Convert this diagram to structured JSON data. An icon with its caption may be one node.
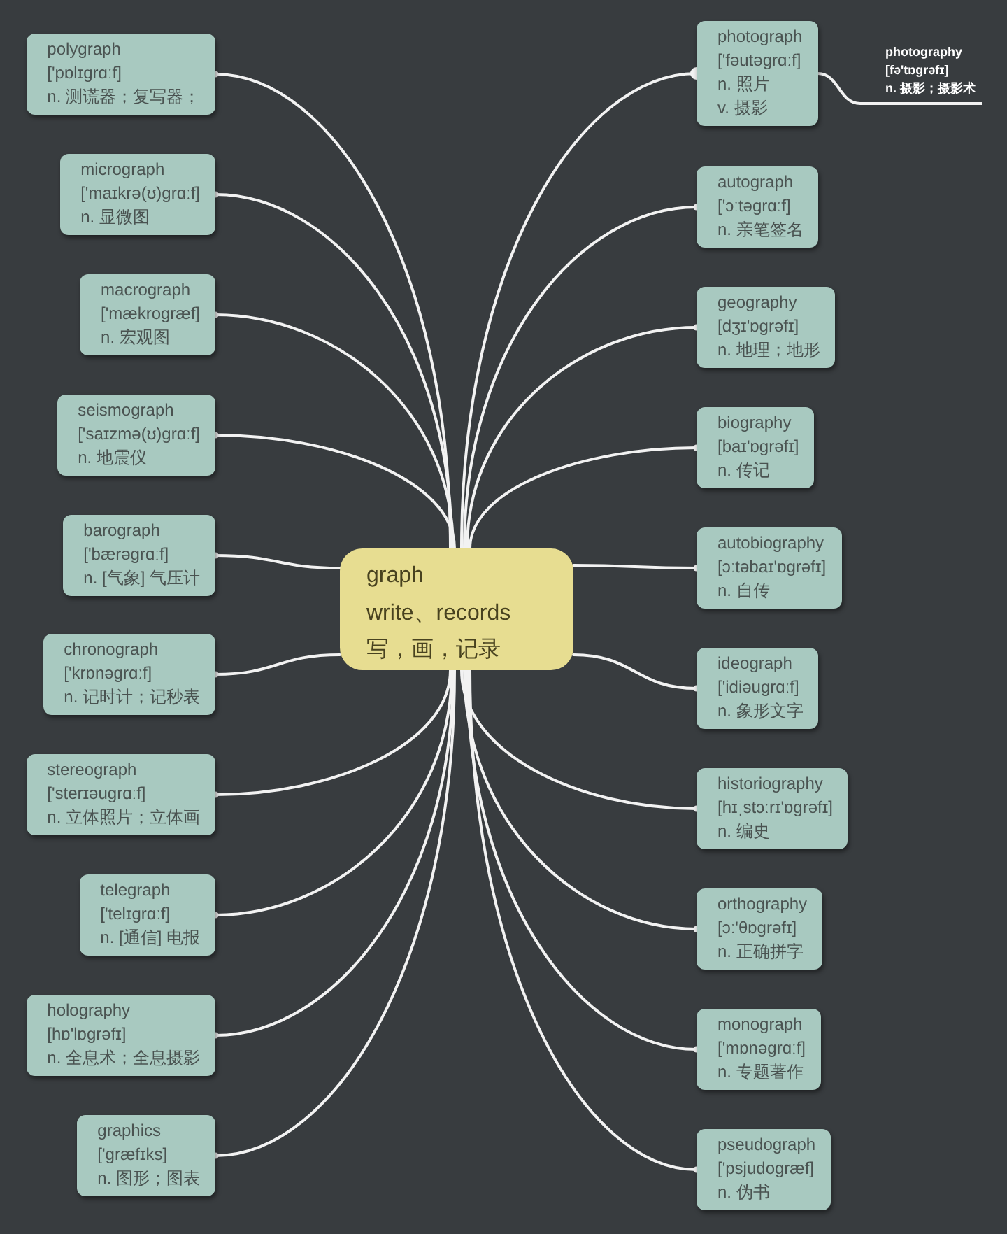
{
  "diagram": {
    "nodes": [
      {
        "text": [
          "graph",
          "write、records",
          "写，画，记录"
        ]
      },
      {
        "text": [
          "polygraph",
          "['pɒlɪgrɑːf]",
          "n. 测谎器；复写器；"
        ]
      },
      {
        "text": [
          "micrograph",
          "['maɪkrə(ʊ)grɑːf]",
          "n. 显微图"
        ]
      },
      {
        "text": [
          "macrograph",
          "['mækrogræf]",
          "n. 宏观图"
        ]
      },
      {
        "text": [
          "seismograph",
          "['saɪzmə(ʊ)grɑːf]",
          "n. 地震仪"
        ]
      },
      {
        "text": [
          "barograph",
          "['bærəgrɑːf]",
          "n. [气象] 气压计"
        ]
      },
      {
        "text": [
          "chronograph",
          "['krɒnəgrɑːf]",
          "n. 记时计；记秒表"
        ]
      },
      {
        "text": [
          "stereograph",
          "['sterɪəugrɑːf]",
          "n. 立体照片；立体画"
        ]
      },
      {
        "text": [
          "telegraph",
          "['telɪgrɑːf]",
          "n. [通信] 电报"
        ]
      },
      {
        "text": [
          "holography",
          "[hɒ'lɒgrəfɪ]",
          "n. 全息术；全息摄影"
        ]
      },
      {
        "text": [
          "graphics",
          "['græfɪks]",
          "n. 图形；图表"
        ]
      },
      {
        "text": [
          "photograph",
          "['fəutəgrɑːf]",
          "n. 照片",
          "v. 摄影"
        ]
      },
      {
        "text": [
          "photography",
          "[fə'tɒgrəfɪ]",
          "n. 摄影；摄影术"
        ]
      },
      {
        "text": [
          "autograph",
          "['ɔːtəgrɑːf]",
          "n. 亲笔签名"
        ]
      },
      {
        "text": [
          "geography",
          "[dʒɪ'ɒgrəfɪ]",
          "n. 地理；地形"
        ]
      },
      {
        "text": [
          "biography",
          "[baɪ'ɒgrəfɪ]",
          "n. 传记"
        ]
      },
      {
        "text": [
          "autobiography",
          "[ɔːtəbaɪ'ɒgrəfɪ]",
          "n. 自传"
        ]
      },
      {
        "text": [
          "ideograph",
          "['idiəugrɑːf]",
          "n. 象形文字"
        ]
      },
      {
        "text": [
          "historiography",
          "[hɪˌstɔːrɪ'ɒgrəfɪ]",
          "n. 编史"
        ]
      },
      {
        "text": [
          "orthography",
          "[ɔː'θɒgrəfɪ]",
          "n. 正确拼字"
        ]
      },
      {
        "text": [
          "monograph",
          "['mɒnəgrɑːf]",
          "n. 专题著作"
        ]
      },
      {
        "text": [
          "pseudograph",
          "['psjudogræf]",
          "n. 伪书"
        ]
      }
    ],
    "edges": [
      {
        "from": 0,
        "to": 1,
        "arrow": "other"
      },
      {
        "from": 0,
        "to": 2,
        "arrow": "other"
      },
      {
        "from": 0,
        "to": 3,
        "arrow": "other"
      },
      {
        "from": 0,
        "to": 4,
        "arrow": "other"
      },
      {
        "from": 0,
        "to": 5,
        "arrow": "other"
      },
      {
        "from": 0,
        "to": 6,
        "arrow": "other"
      },
      {
        "from": 0,
        "to": 7,
        "arrow": "other"
      },
      {
        "from": 0,
        "to": 8,
        "arrow": "other"
      },
      {
        "from": 0,
        "to": 9,
        "arrow": "other"
      },
      {
        "from": 0,
        "to": 10,
        "arrow": "other"
      },
      {
        "from": 0,
        "to": 11,
        "arrow": "other"
      },
      {
        "from": 11,
        "to": 12,
        "arrow": "none"
      },
      {
        "from": 0,
        "to": 13,
        "arrow": "other"
      },
      {
        "from": 0,
        "to": 14,
        "arrow": "other"
      },
      {
        "from": 0,
        "to": 15,
        "arrow": "other"
      },
      {
        "from": 0,
        "to": 16,
        "arrow": "other"
      },
      {
        "from": 0,
        "to": 17,
        "arrow": "other"
      },
      {
        "from": 0,
        "to": 18,
        "arrow": "other"
      },
      {
        "from": 0,
        "to": 19,
        "arrow": "other"
      },
      {
        "from": 0,
        "to": 20,
        "arrow": "other"
      },
      {
        "from": 0,
        "to": 21,
        "arrow": "other"
      }
    ]
  }
}
